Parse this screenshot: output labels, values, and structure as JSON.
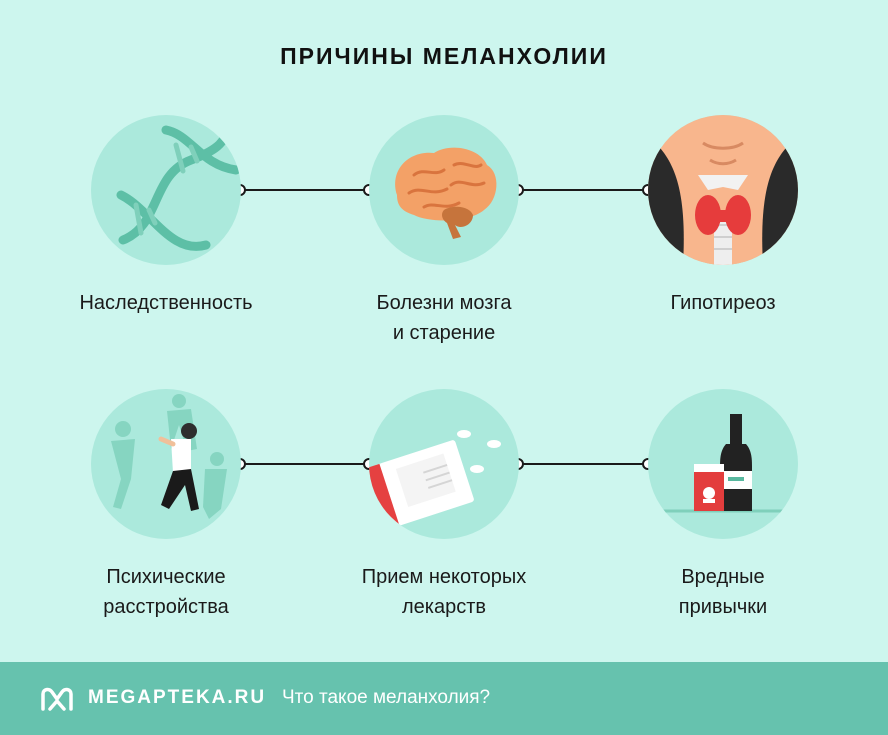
{
  "title": "ПРИЧИНЫ МЕЛАНХОЛИИ",
  "causes": [
    {
      "label_line1": "Наследственность",
      "label_line2": "",
      "icon": "dna-icon"
    },
    {
      "label_line1": "Болезни мозга",
      "label_line2": "и старение",
      "icon": "brain-icon"
    },
    {
      "label_line1": "Гипотиреоз",
      "label_line2": "",
      "icon": "thyroid-icon"
    },
    {
      "label_line1": "Психические",
      "label_line2": "расстройства",
      "icon": "running-man-icon"
    },
    {
      "label_line1": "Прием некоторых",
      "label_line2": "лекарств",
      "icon": "pills-box-icon"
    },
    {
      "label_line1": "Вредные",
      "label_line2": "привычки",
      "icon": "bottle-cigarettes-icon"
    }
  ],
  "footer": {
    "brand": "MEGAPTEKA.RU",
    "subtitle": "Что такое меланхолия?",
    "logo_icon": "megapteka-logo-icon"
  },
  "colors": {
    "background": "#cdf6ee",
    "circle": "#abe9dc",
    "footer": "#66c2ae",
    "accent_green": "#4fb39c"
  }
}
